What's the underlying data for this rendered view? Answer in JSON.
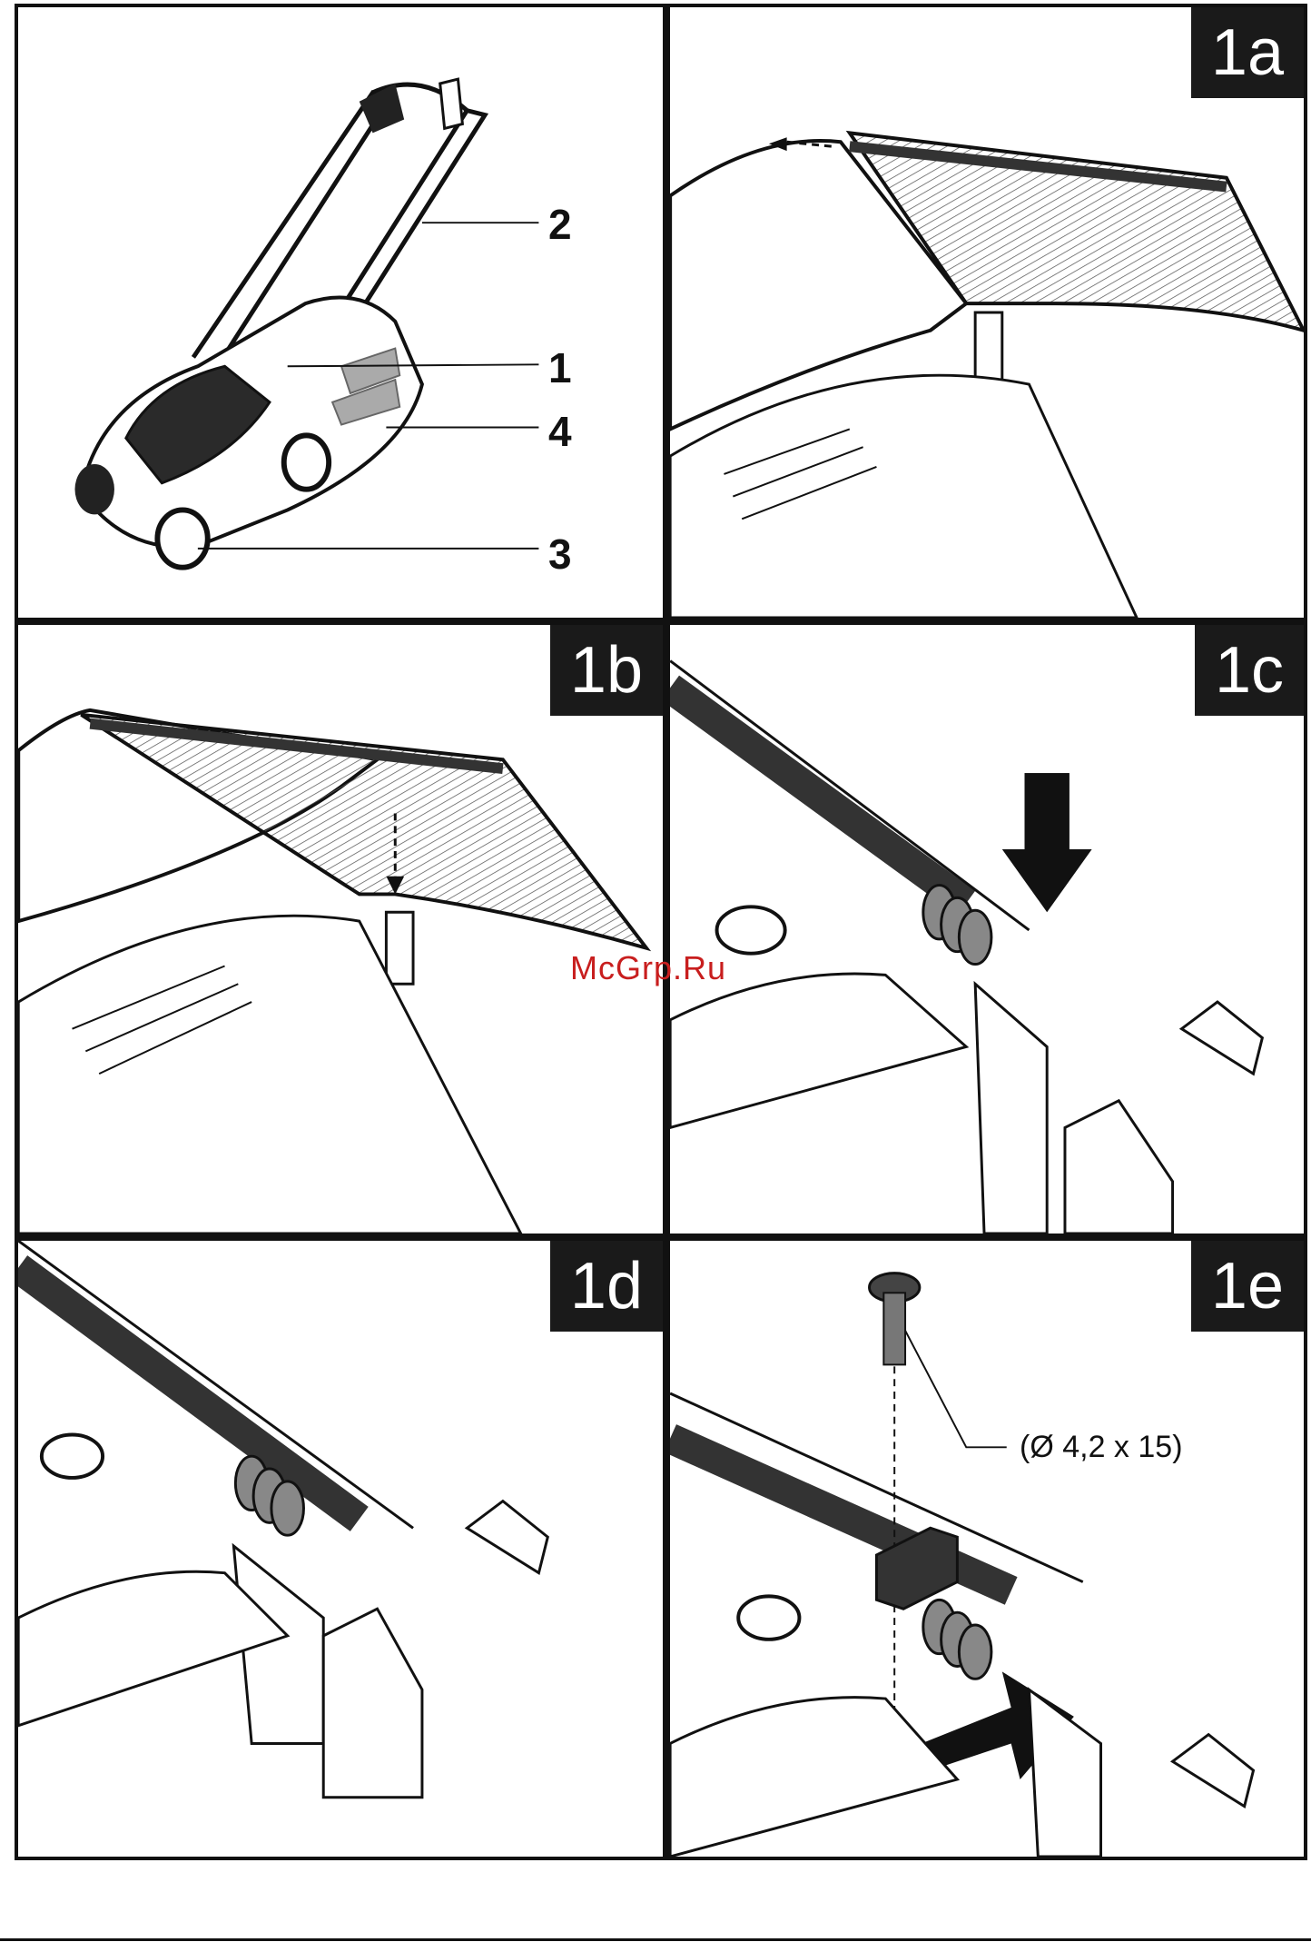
{
  "panels": {
    "overview": {
      "callouts": [
        "2",
        "1",
        "4",
        "3"
      ]
    },
    "step_1a": {
      "label": "1a"
    },
    "step_1b": {
      "label": "1b"
    },
    "step_1c": {
      "label": "1c"
    },
    "step_1d": {
      "label": "1d"
    },
    "step_1e": {
      "label": "1e",
      "screw_spec": "(Ø 4,2 x 15)"
    }
  },
  "watermark": "McGrp.Ru"
}
